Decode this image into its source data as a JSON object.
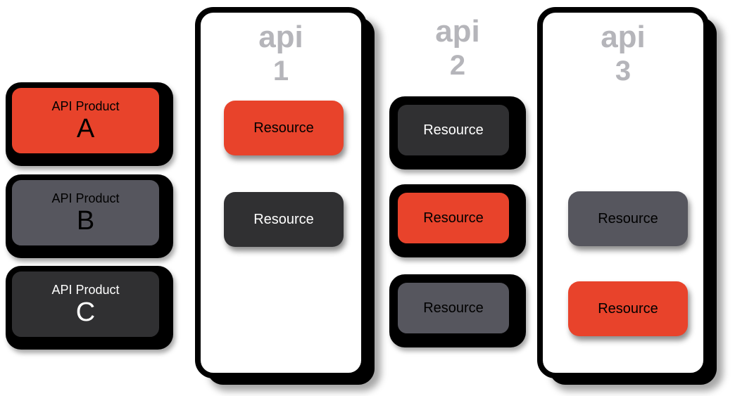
{
  "colors": {
    "orange": "#E8432B",
    "mid_gray": "#56565E",
    "dark_gray": "#303032",
    "api_label_gray": "#B5B5BA",
    "frame_black": "#000000",
    "background": "#FFFFFF"
  },
  "api_products": [
    {
      "line1": "API Product",
      "letter": "A",
      "fill": "#E8432B",
      "text": "#000000"
    },
    {
      "line1": "API Product",
      "letter": "B",
      "fill": "#56565E",
      "text": "#000000"
    },
    {
      "line1": "API Product",
      "letter": "C",
      "fill": "#303032",
      "text": "#FFFFFF"
    }
  ],
  "apis": [
    {
      "word": "api",
      "number": "1",
      "container": true,
      "resources": [
        {
          "label": "Resource",
          "fill": "#E8432B",
          "text": "#000000",
          "style": "soft"
        },
        {
          "label": "Resource",
          "fill": "#303032",
          "text": "#FFFFFF",
          "style": "soft"
        }
      ]
    },
    {
      "word": "api",
      "number": "2",
      "container": false,
      "resources": [
        {
          "label": "Resource",
          "fill": "#303032",
          "text": "#FFFFFF",
          "style": "outlined"
        },
        {
          "label": "Resource",
          "fill": "#E8432B",
          "text": "#000000",
          "style": "outlined"
        },
        {
          "label": "Resource",
          "fill": "#56565E",
          "text": "#000000",
          "style": "outlined"
        }
      ]
    },
    {
      "word": "api",
      "number": "3",
      "container": true,
      "resources": [
        {
          "label": "Resource",
          "fill": "#56565E",
          "text": "#000000",
          "style": "soft"
        },
        {
          "label": "Resource",
          "fill": "#E8432B",
          "text": "#000000",
          "style": "soft"
        }
      ]
    }
  ]
}
